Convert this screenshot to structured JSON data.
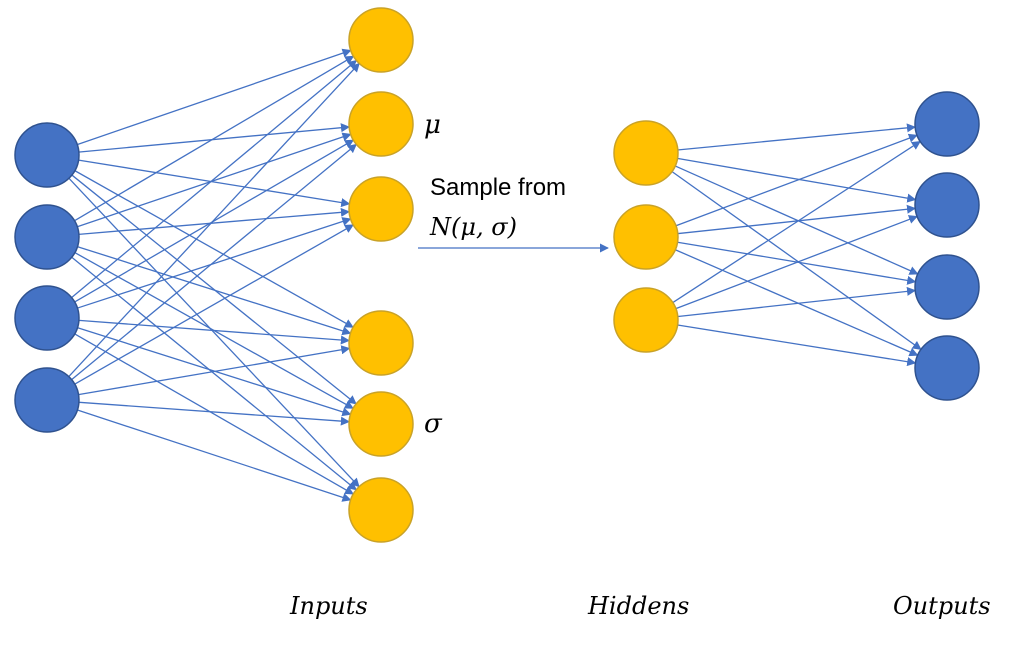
{
  "colors": {
    "blue_node": "#4472C4",
    "gold_node": "#FFC000",
    "edge": "#4472C4"
  },
  "labels": {
    "mu": "μ",
    "sigma": "σ",
    "sample_line1": "Sample from",
    "sample_line2": "N(μ, σ)"
  },
  "layers": {
    "first": {
      "count": 4,
      "color": "blue"
    },
    "latent": {
      "count": 6,
      "color": "gold"
    },
    "hidden": {
      "count": 3,
      "color": "gold"
    },
    "output": {
      "count": 4,
      "color": "blue"
    }
  },
  "captions": {
    "inputs": "Inputs",
    "hiddens": "Hiddens",
    "outputs": "Outputs"
  }
}
